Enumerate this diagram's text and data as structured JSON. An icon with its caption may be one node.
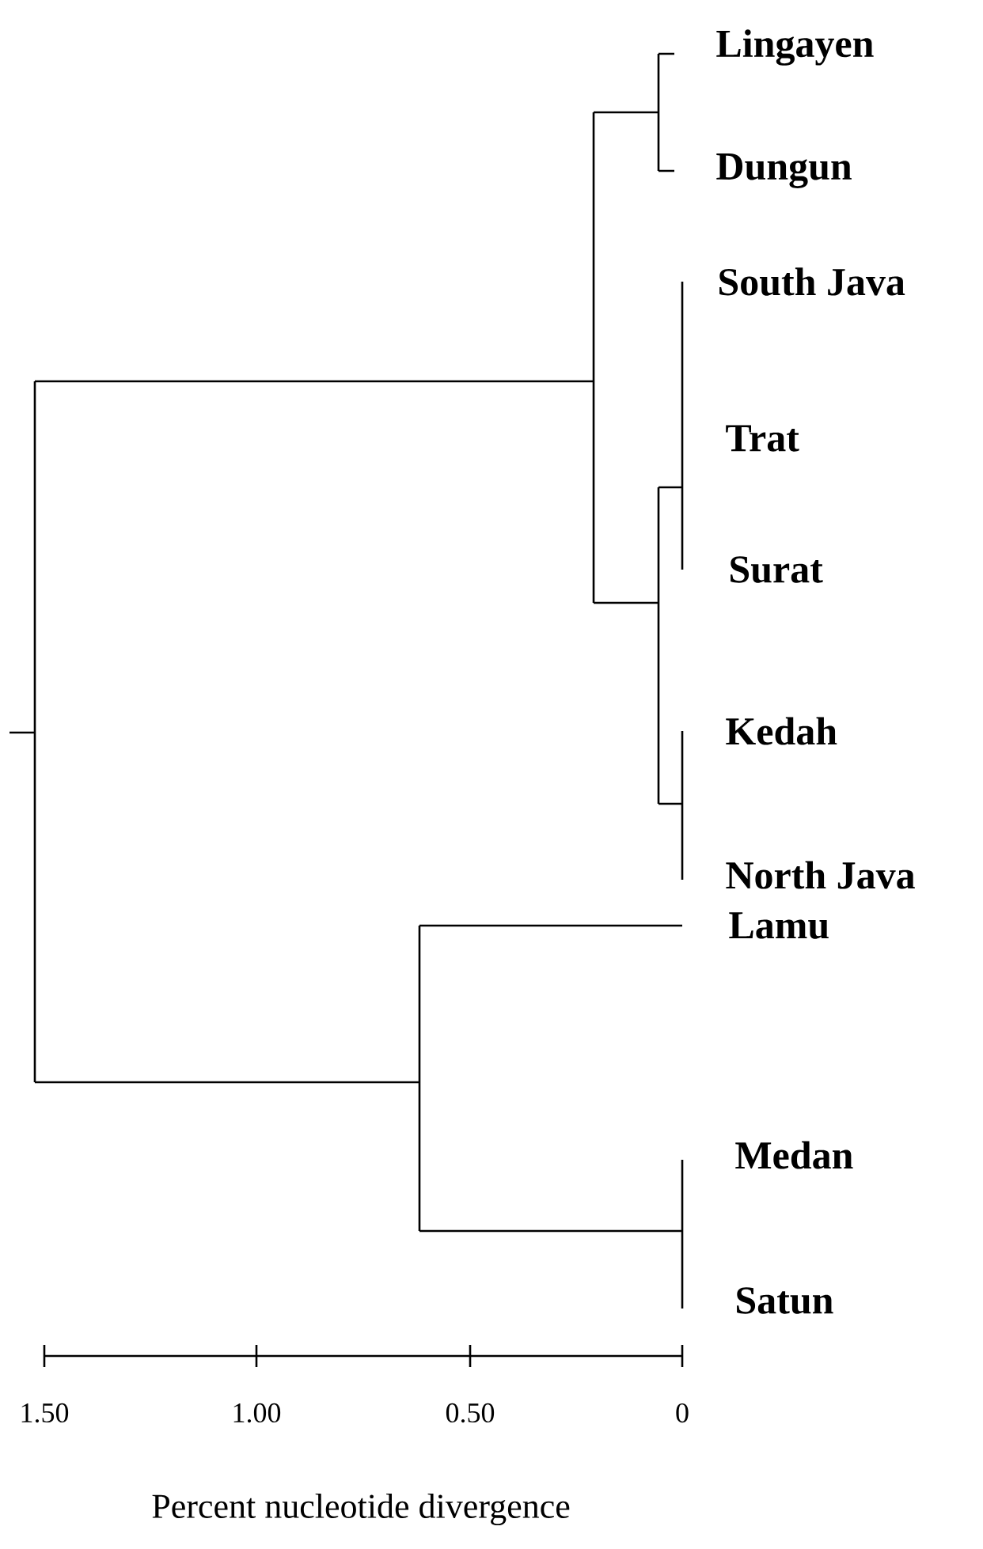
{
  "diagram": {
    "nodes": [
      {
        "text": [
          "Lingayen"
        ]
      },
      {
        "text": [
          "Dungun"
        ]
      },
      {
        "text": [
          "South Java"
        ]
      },
      {
        "text": [
          "Trat"
        ]
      },
      {
        "text": [
          "Surat"
        ]
      },
      {
        "text": [
          "Kedah"
        ]
      },
      {
        "text": [
          "North Java"
        ]
      },
      {
        "text": [
          "Lamu"
        ]
      },
      {
        "text": [
          "Medan"
        ]
      },
      {
        "text": [
          "Satun"
        ]
      }
    ],
    "labels": [
      "1.50",
      "1.00",
      "0.50",
      "0",
      "Percent nucleotide divergence"
    ]
  }
}
